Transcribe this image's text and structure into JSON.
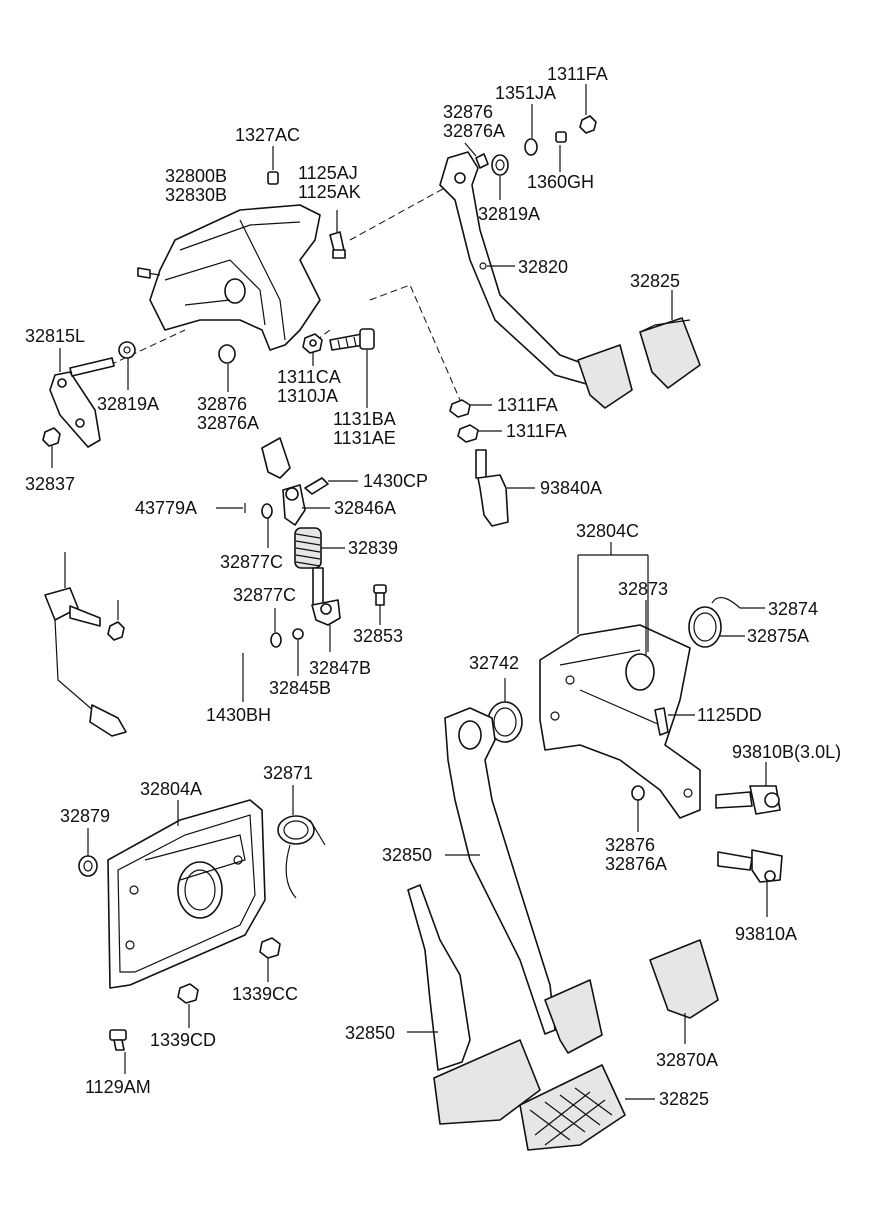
{
  "labels": {
    "l_1311fa_top": "1311FA",
    "l_1351ja": "1351JA",
    "l_32876_top": "32876",
    "l_32876a_top": "32876A",
    "l_1327ac": "1327AC",
    "l_1125aj": "1125AJ",
    "l_1125ak": "1125AK",
    "l_32800b": "32800B",
    "l_32830b": "32830B",
    "l_1360gh": "1360GH",
    "l_32819a_top": "32819A",
    "l_32820": "32820",
    "l_32825_top": "32825",
    "l_32815l": "32815L",
    "l_32819a_left": "32819A",
    "l_32876_mid": "32876",
    "l_32876a_mid": "32876A",
    "l_1311ca": "1311CA",
    "l_1310ja": "1310JA",
    "l_1131ba": "1131BA",
    "l_1131ae": "1131AE",
    "l_1311fa_mid1": "1311FA",
    "l_1311fa_mid2": "1311FA",
    "l_32837": "32837",
    "l_1430cp": "1430CP",
    "l_93840a": "93840A",
    "l_43779a": "43779A",
    "l_32846a": "32846A",
    "l_32839": "32839",
    "l_32877c_1": "32877C",
    "l_32877c_2": "32877C",
    "l_32853": "32853",
    "l_32847b": "32847B",
    "l_32845b": "32845B",
    "l_1430bh": "1430BH",
    "l_32804c": "32804C",
    "l_32873": "32873",
    "l_32874": "32874",
    "l_32875a": "32875A",
    "l_32742": "32742",
    "l_1125dd": "1125DD",
    "l_93810b": "93810B(3.0L)",
    "l_32804a": "32804A",
    "l_32871": "32871",
    "l_32879": "32879",
    "l_32876_low": "32876",
    "l_32876a_low": "32876A",
    "l_32850_1": "32850",
    "l_93810a": "93810A",
    "l_1339cc": "1339CC",
    "l_1339cd": "1339CD",
    "l_32850_2": "32850",
    "l_32870a": "32870A",
    "l_1129am": "1129AM",
    "l_32825_low": "32825"
  }
}
